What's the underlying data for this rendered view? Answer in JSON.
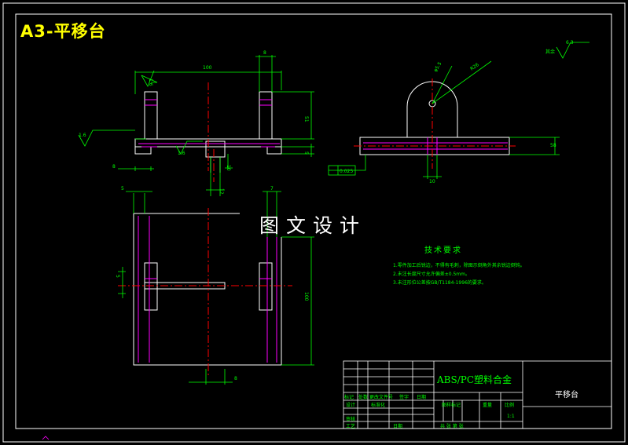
{
  "sheet": {
    "title": "A3-平移台",
    "watermark": "图文设计"
  },
  "notes": {
    "title": "技术要求",
    "items": [
      "1.零件加工后锐边，不得有毛刺，除图示倒角外其余锐边倒钝。",
      "2.未注长度尺寸允许偏差±0.5mm。",
      "3.未注形位公差按GB/T1184-1996的要求。"
    ]
  },
  "dimensions": {
    "overall_width": "100",
    "slot_width": "8",
    "height": "51",
    "base_thickness": "5",
    "left_offset": "8",
    "foot_depth": "10",
    "foot_gap": "12",
    "plan_left": "5",
    "plan_right": "7",
    "plan_height": "100",
    "plan_bottom": "8",
    "plan_slot": "5",
    "side_height": "58",
    "side_bottom": "10",
    "radius": "R26",
    "hole_dia": "φ5.5",
    "flatness": "0.025"
  },
  "roughness": {
    "left": "1.6",
    "base": "1.6",
    "top": "1.6",
    "rest_label": "其余",
    "rest_value": "6.3"
  },
  "title_block": {
    "material": "ABS/PC塑料合金",
    "part_name": "平移台",
    "scale": "1:1",
    "row_labels": [
      "标记",
      "处数",
      "更改文件号",
      "签字",
      "日期"
    ],
    "col_labels": [
      "图样标记",
      "重量",
      "比例"
    ],
    "roles": [
      "设计",
      "标准化",
      "审核",
      "工艺",
      "日期"
    ],
    "sheet_of": "共  张  第  张"
  },
  "colors": {
    "frame": "#ffffff",
    "part": "#ffffff",
    "dimension": "#00ff00",
    "centerline": "#ff0000",
    "hidden": "#ff00ff",
    "title": "#ffff00"
  }
}
